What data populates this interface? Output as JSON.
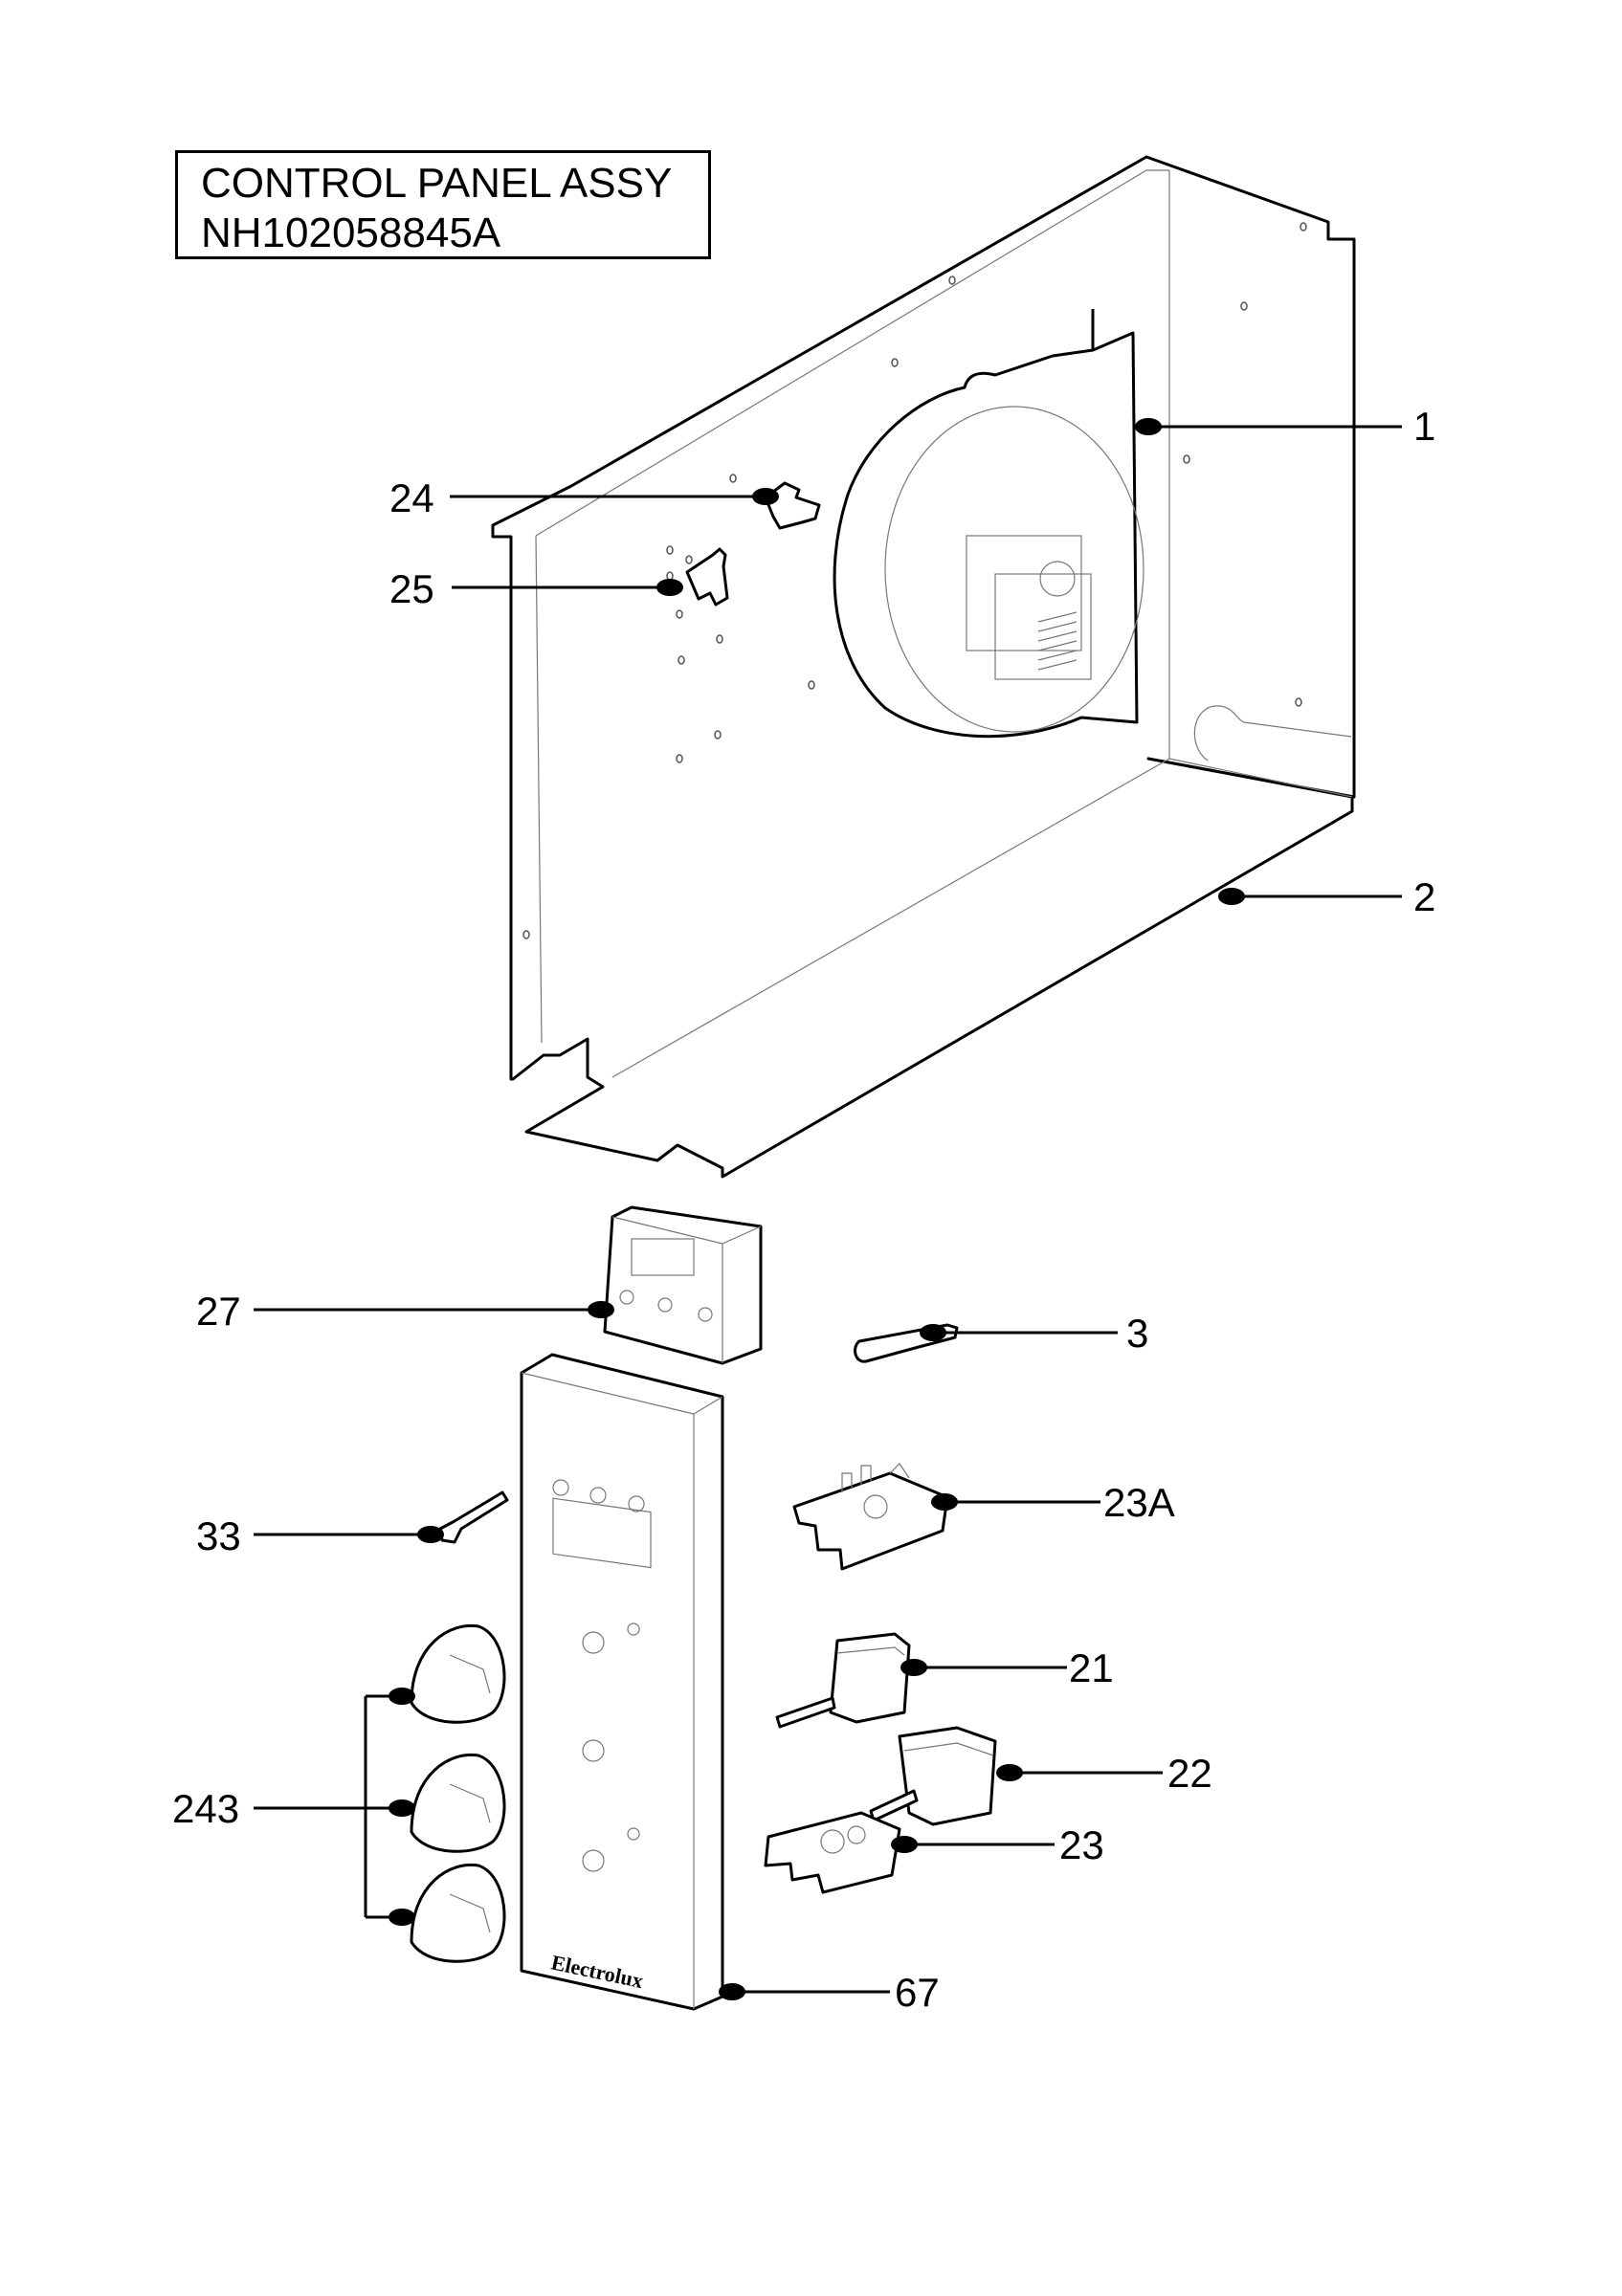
{
  "title": {
    "line1": "CONTROL PANEL ASSY",
    "line2": "NH102058845A"
  },
  "brand": "Electrolux",
  "callouts": [
    {
      "id": "c1",
      "label": "1"
    },
    {
      "id": "c2",
      "label": "2"
    },
    {
      "id": "c24",
      "label": "24"
    },
    {
      "id": "c25",
      "label": "25"
    },
    {
      "id": "c27",
      "label": "27"
    },
    {
      "id": "c3",
      "label": "3"
    },
    {
      "id": "c23A",
      "label": "23A"
    },
    {
      "id": "c33",
      "label": "33"
    },
    {
      "id": "c21",
      "label": "21"
    },
    {
      "id": "c22",
      "label": "22"
    },
    {
      "id": "c243",
      "label": "243"
    },
    {
      "id": "c23",
      "label": "23"
    },
    {
      "id": "c67",
      "label": "67"
    }
  ]
}
